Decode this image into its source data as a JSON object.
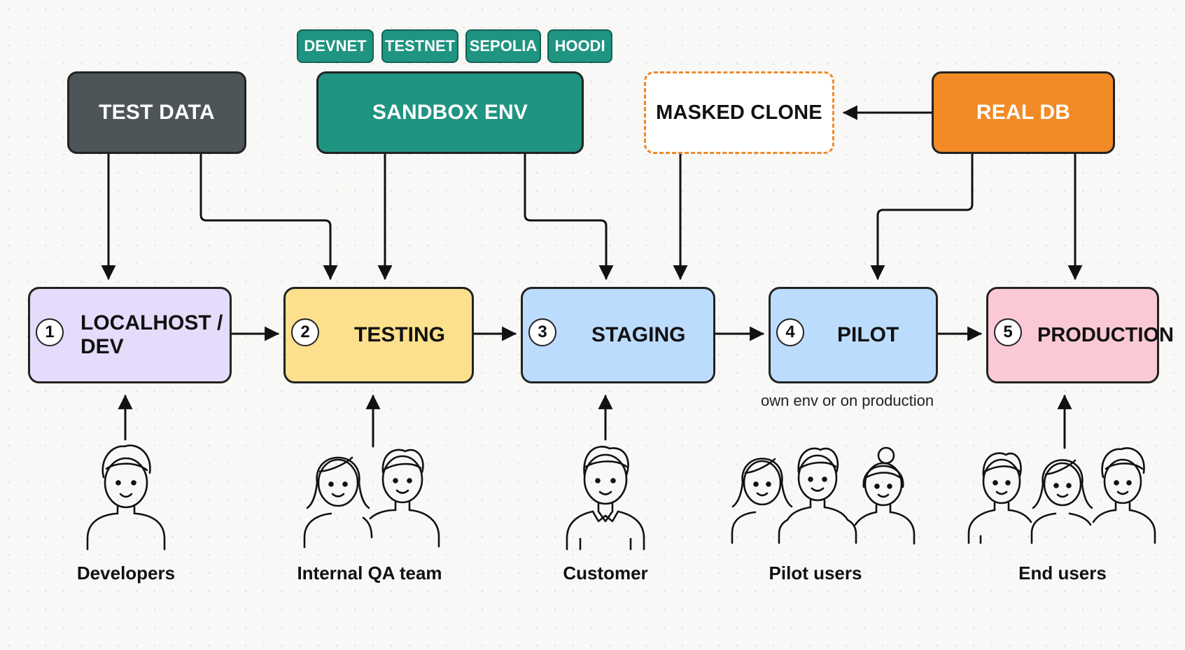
{
  "sources": {
    "test_data": "TEST DATA",
    "sandbox_env": "SANDBOX ENV",
    "masked_clone": "MASKED CLONE",
    "real_db": "REAL DB"
  },
  "networks": [
    "DEVNET",
    "TESTNET",
    "SEPOLIA",
    "HOODI"
  ],
  "stages": [
    {
      "number": "1",
      "label": "LOCALHOST / DEV",
      "color": "#e4dcfa"
    },
    {
      "number": "2",
      "label": "TESTING",
      "color": "#fde08d"
    },
    {
      "number": "3",
      "label": "STAGING",
      "color": "#bcdcfd"
    },
    {
      "number": "4",
      "label": "PILOT",
      "color": "#bcdcfd"
    },
    {
      "number": "5",
      "label": "PRODUCTION",
      "color": "#fbc9d5"
    }
  ],
  "pilot_note": "own env or on production",
  "groups": [
    "Developers",
    "Internal QA team",
    "Customer",
    "Pilot users",
    "End users"
  ],
  "colors": {
    "test_data": "#4e5559",
    "sandbox_env": "#1f9480",
    "masked_clone_border": "#ee8a2a",
    "real_db": "#f28a25"
  },
  "icons": [
    "arrow-icon",
    "person-icon"
  ]
}
